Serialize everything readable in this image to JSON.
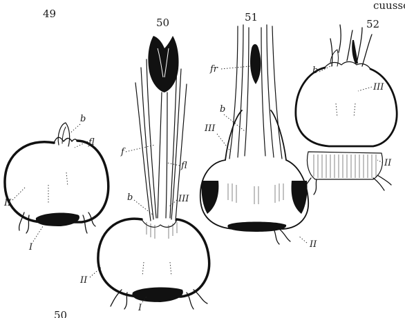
{
  "figures": [
    {
      "number": "49",
      "labels": {
        "bud": "b",
        "leaf": "fl",
        "new_corm": "II",
        "old_corm": "I"
      }
    },
    {
      "number": "50",
      "labels": {
        "flower": "f",
        "leaves": "fl",
        "bud": "b",
        "third_corm": "III",
        "new_corm": "II",
        "old_corm": "I"
      }
    },
    {
      "number": "51",
      "labels": {
        "fruit": "fr",
        "bud": "b",
        "third_corm": "III",
        "new_corm": "II"
      }
    },
    {
      "number": "52",
      "labels": {
        "bud": "b",
        "third_corm": "III",
        "old_corm": "II"
      }
    }
  ],
  "corner_text": "cuusso",
  "bottom_mark": "50"
}
